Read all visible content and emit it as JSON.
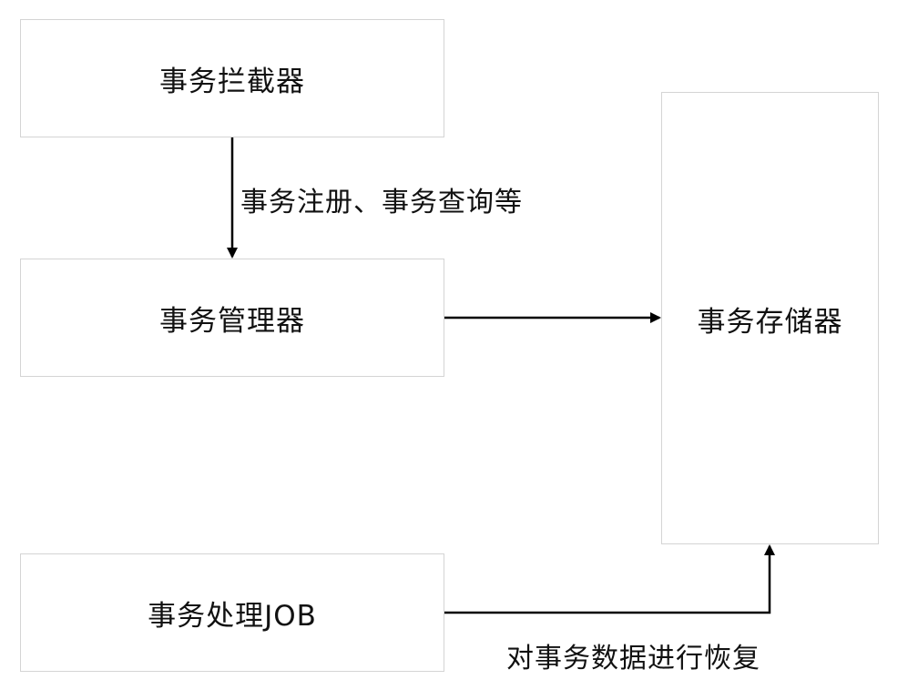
{
  "nodes": {
    "interceptor": "事务拦截器",
    "manager": "事务管理器",
    "job": "事务处理JOB",
    "storage": "事务存储器"
  },
  "edges": {
    "interceptor_to_manager": "事务注册、事务查询等",
    "job_to_storage": "对事务数据进行恢复"
  },
  "colors": {
    "box_border": "#d4d4d4",
    "line": "#000000",
    "text": "#111111"
  }
}
